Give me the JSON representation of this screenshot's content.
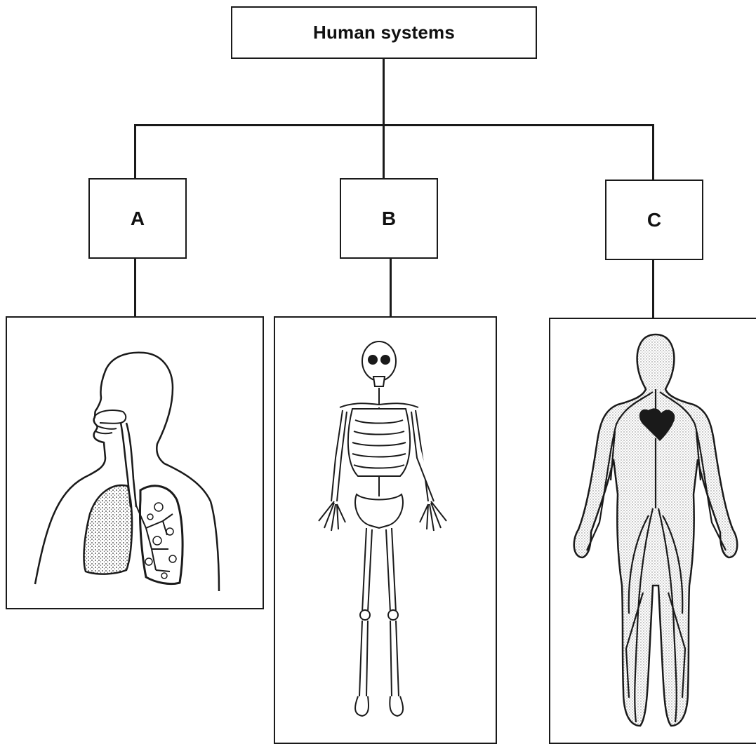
{
  "diagram": {
    "root": {
      "label": "Human systems"
    },
    "branches": [
      {
        "label": "A",
        "icon": "respiratory-system-illustration"
      },
      {
        "label": "B",
        "icon": "skeletal-system-illustration"
      },
      {
        "label": "C",
        "icon": "circulatory-system-illustration"
      }
    ]
  },
  "colors": {
    "line": "#1a1a1a",
    "background": "#ffffff",
    "stipple": "#8a8a8a"
  }
}
